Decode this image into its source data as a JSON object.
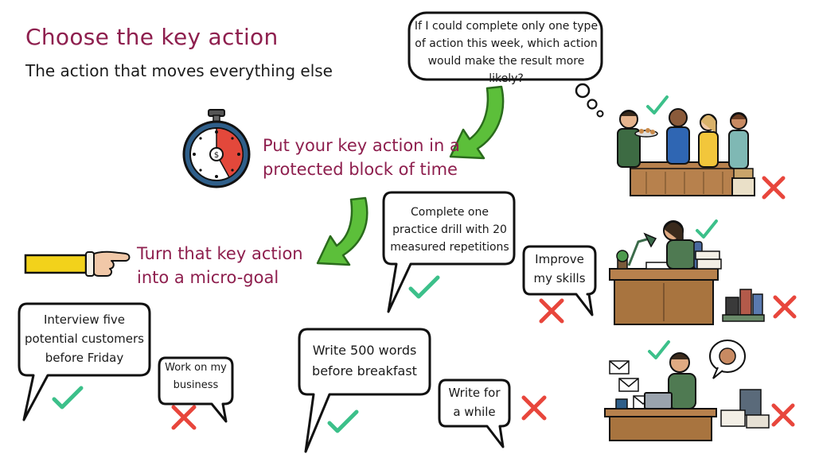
{
  "header": {
    "title": "Choose the key action",
    "subtitle": "The action that moves everything else"
  },
  "thought": {
    "lines": [
      "If I could complete only one type",
      "of action this week, which action",
      "would make the result more likely?"
    ]
  },
  "steps": {
    "protect": [
      "Put your key action in a",
      "protected block of time"
    ],
    "micro": [
      "Turn that key action",
      "into a micro-goal"
    ]
  },
  "examples": {
    "practice_good": [
      "Complete one",
      "practice drill with 20",
      "measured repetitions"
    ],
    "practice_bad": [
      "Improve",
      "my skills"
    ],
    "interview_good": [
      "Interview five",
      "potential customers",
      "before Friday"
    ],
    "interview_bad": [
      "Work on my",
      "business"
    ],
    "write_good": [
      "Write 500 words",
      "before breakfast"
    ],
    "write_bad": [
      "Write for",
      "a while"
    ]
  },
  "colors": {
    "accent": "#8e1f4e",
    "check": "#3cc08a",
    "cross": "#e8463c",
    "arrow": "#5cbf3a",
    "arrow_outline": "#2a6b1c",
    "stopwatch_ring": "#2f5f8a",
    "stopwatch_red": "#e3483b",
    "sleeve": "#f2d21b"
  },
  "icons": [
    "stopwatch-icon",
    "pointing-hand-icon",
    "check-icon",
    "cross-icon",
    "arrow-icon"
  ]
}
